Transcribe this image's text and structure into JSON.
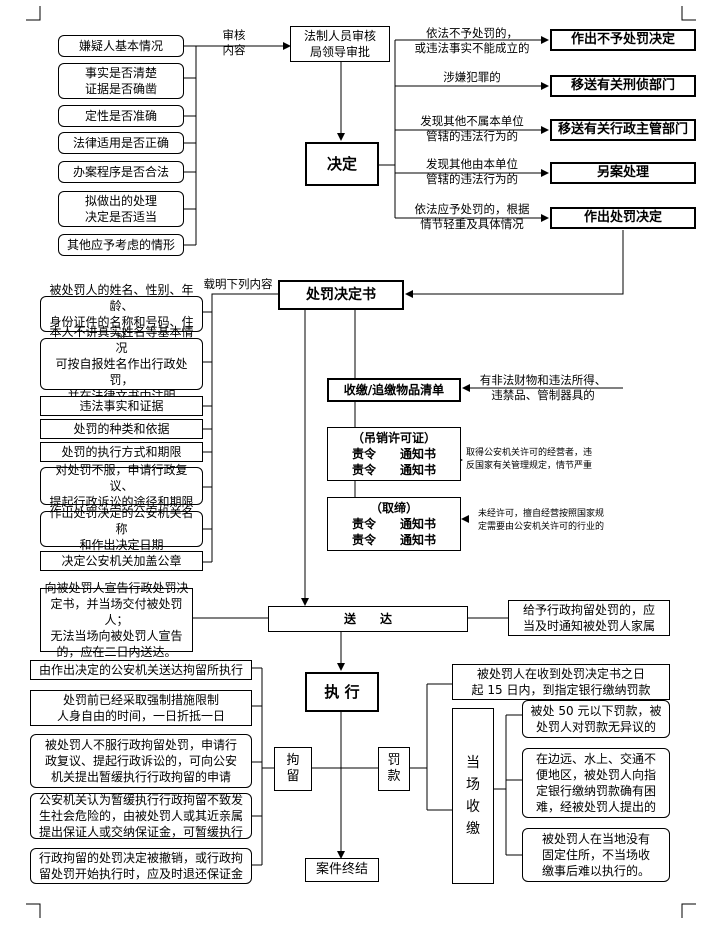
{
  "top": {
    "left_items": [
      "嫌疑人基本情况",
      "事实是否清楚\n证据是否确凿",
      "定性是否准确",
      "法律适用是否正确",
      "办案程序是否合法",
      "拟做出的处理\n决定是否适当",
      "其他应予考虑的情形"
    ],
    "review_label": "审核\n内容",
    "approval": "法制人员审核\n局领导审批",
    "decision": "决定",
    "conditions": [
      "依法不予处罚的，\n或违法事实不能成立的",
      "涉嫌犯罪的",
      "发现其他不属本单位\n管辖的违法行为的",
      "发现其他由本单位\n管辖的违法行为的",
      "依法应予处罚的，根据\n情节轻重及具体情况"
    ],
    "outcomes": [
      "作出不予处罚决定",
      "移送有关刑侦部门",
      "移送有关行政主管部门",
      "另案处理",
      "作出处罚决定"
    ]
  },
  "middle": {
    "contains_label": "载明下列内容",
    "doc_title": "处罚决定书",
    "doc_items": [
      "被处罚人的姓名、性别、年龄、\n身份证件的名称和号码、住址",
      "本人不讲真实姓名等基本情况\n可按自报姓名作出行政处罚，\n并在法律文书中注明",
      "违法事实和证据",
      "处罚的种类和依据",
      "处罚的执行方式和期限",
      "对处罚不服，申请行政复议、\n提起行政诉讼的途径和期限",
      "作出处罚决定的公安机关名称\n和作出决定日期",
      "决定公安机关加盖公章"
    ],
    "seize_list": "收缴/追缴物品清单",
    "seize_cond": "有非法财物和违法所得、\n违禁品、管制器具的",
    "revoke": {
      "title": "（吊销许可证）",
      "rows": [
        [
          "责令",
          "通知书"
        ],
        [
          "责令",
          "通知书"
        ]
      ]
    },
    "revoke_cond": "取得公安机关许可的经营者，违\n反国家有关管理规定，情节严重",
    "ban": {
      "title": "（取缔）",
      "rows": [
        [
          "责令",
          "通知书"
        ],
        [
          "责令",
          "通知书"
        ]
      ]
    },
    "ban_cond": "未经许可，擅自经营按照国家规\n定需要由公安机关许可的行业的"
  },
  "delivery": {
    "left_note": "向被处罚人宣告行政处罚决\n定书，并当场交付被处罚人；\n无法当场向被处罚人宣告\n的，应在二日内送达。",
    "label": "送　　达",
    "right_note": "给予行政拘留处罚的，应\n当及时通知被处罚人家属"
  },
  "execution": {
    "label": "执  行",
    "detention": "拘\n留",
    "fine": "罚\n款",
    "detention_items": [
      "由作出决定的公安机关送达拘留所执行",
      "处罚前已经采取强制措施限制\n人身自由的时间，一日折抵一日",
      "被处罚人不服行政拘留处罚，申请行\n政复议、提起行政诉讼的，可向公安\n机关提出暂缓执行行政拘留的申请",
      "公安机关认为暂缓执行行政拘留不致发\n生社会危险的，由被处罚人或其近亲属\n提出保证人或交纳保证金，可暂缓执行",
      "行政拘留的处罚决定被撤销，或行政拘\n留处罚开始执行时，应及时退还保证金"
    ],
    "pay_note": "被处罚人在收到处罚决定书之日\n起 15 日内，到指定银行缴纳罚款",
    "onsite": "当\n场\n收\n缴",
    "onsite_items": [
      "被处 50 元以下罚款，被\n处罚人对罚款无异议的",
      "在边远、水上、交通不\n便地区，被处罚人向指\n定银行缴纳罚款确有困\n难，经被处罚人提出的",
      "被处罚人在当地没有\n固定住所，不当场收\n缴事后难以执行的。"
    ],
    "close": "案件终结"
  }
}
